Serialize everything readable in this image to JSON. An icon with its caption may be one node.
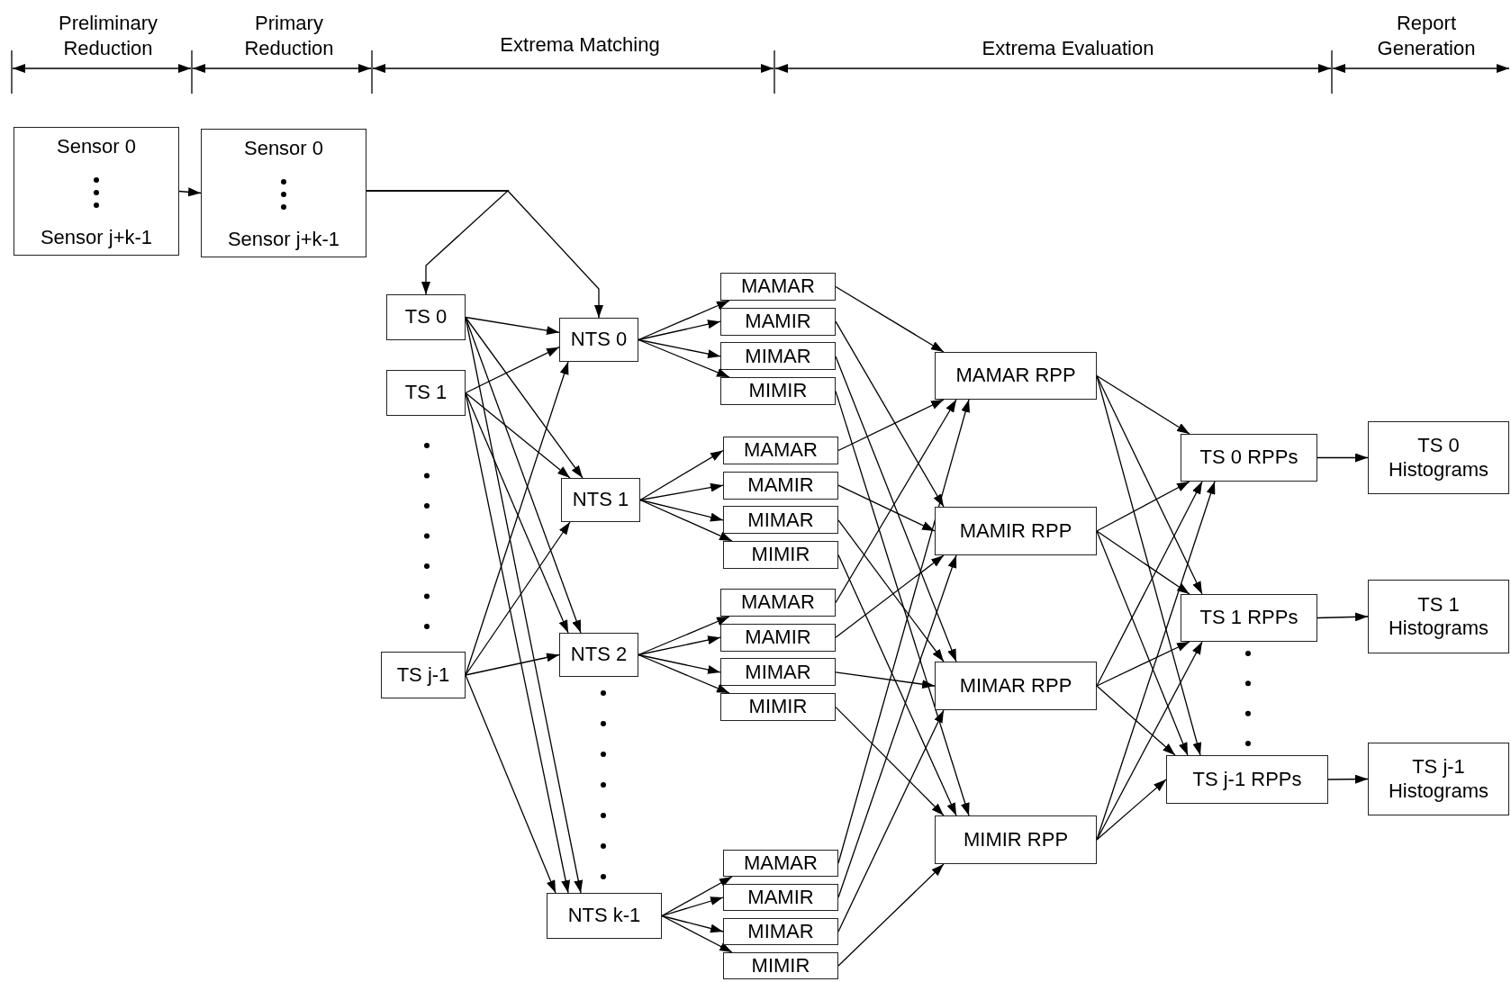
{
  "diagram": {
    "nodes": [
      {
        "text": [
          "Sensor 0",
          "Sensor j+k-1"
        ]
      },
      {
        "text": [
          "Sensor 0",
          "Sensor j+k-1"
        ]
      },
      {
        "text": [
          "TS 0"
        ]
      },
      {
        "text": [
          "TS 1"
        ]
      },
      {
        "text": [
          "TS j-1"
        ]
      },
      {
        "text": [
          "NTS 0"
        ]
      },
      {
        "text": [
          "NTS 1"
        ]
      },
      {
        "text": [
          "NTS 2"
        ]
      },
      {
        "text": [
          "NTS k-1"
        ]
      },
      {
        "text": [
          "MAMAR"
        ]
      },
      {
        "text": [
          "MAMIR"
        ]
      },
      {
        "text": [
          "MIMAR"
        ]
      },
      {
        "text": [
          "MIMIR"
        ]
      },
      {
        "text": [
          "MAMAR"
        ]
      },
      {
        "text": [
          "MAMIR"
        ]
      },
      {
        "text": [
          "MIMAR"
        ]
      },
      {
        "text": [
          "MIMIR"
        ]
      },
      {
        "text": [
          "MAMAR"
        ]
      },
      {
        "text": [
          "MAMIR"
        ]
      },
      {
        "text": [
          "MIMAR"
        ]
      },
      {
        "text": [
          "MIMIR"
        ]
      },
      {
        "text": [
          "MAMAR"
        ]
      },
      {
        "text": [
          "MAMIR"
        ]
      },
      {
        "text": [
          "MIMAR"
        ]
      },
      {
        "text": [
          "MIMIR"
        ]
      },
      {
        "text": [
          "MAMAR RPP"
        ]
      },
      {
        "text": [
          "MAMIR RPP"
        ]
      },
      {
        "text": [
          "MIMAR RPP"
        ]
      },
      {
        "text": [
          "MIMIR RPP"
        ]
      },
      {
        "text": [
          "TS 0 RPPs"
        ]
      },
      {
        "text": [
          "TS 1 RPPs"
        ]
      },
      {
        "text": [
          "TS j-1 RPPs"
        ]
      },
      {
        "text": [
          "TS 0 Histograms"
        ]
      },
      {
        "text": [
          "TS 1 Histograms"
        ]
      },
      {
        "text": [
          "TS j-1 Histograms"
        ]
      }
    ],
    "edges": [
      {
        "from": 0,
        "to": 1,
        "arrow": "to"
      },
      {
        "from": 1,
        "to": 2,
        "arrow": "to"
      },
      {
        "from": 1,
        "to": 5,
        "arrow": "to"
      },
      {
        "from": 2,
        "to": 5,
        "arrow": "to"
      },
      {
        "from": 2,
        "to": 6,
        "arrow": "to"
      },
      {
        "from": 2,
        "to": 7,
        "arrow": "to"
      },
      {
        "from": 2,
        "to": 8,
        "arrow": "to"
      },
      {
        "from": 3,
        "to": 5,
        "arrow": "to"
      },
      {
        "from": 3,
        "to": 6,
        "arrow": "to"
      },
      {
        "from": 3,
        "to": 7,
        "arrow": "to"
      },
      {
        "from": 3,
        "to": 8,
        "arrow": "to"
      },
      {
        "from": 4,
        "to": 5,
        "arrow": "to"
      },
      {
        "from": 4,
        "to": 6,
        "arrow": "to"
      },
      {
        "from": 4,
        "to": 7,
        "arrow": "to"
      },
      {
        "from": 4,
        "to": 8,
        "arrow": "to"
      },
      {
        "from": 5,
        "to": 9,
        "arrow": "to"
      },
      {
        "from": 5,
        "to": 10,
        "arrow": "to"
      },
      {
        "from": 5,
        "to": 11,
        "arrow": "to"
      },
      {
        "from": 5,
        "to": 12,
        "arrow": "to"
      },
      {
        "from": 6,
        "to": 13,
        "arrow": "to"
      },
      {
        "from": 6,
        "to": 14,
        "arrow": "to"
      },
      {
        "from": 6,
        "to": 15,
        "arrow": "to"
      },
      {
        "from": 6,
        "to": 16,
        "arrow": "to"
      },
      {
        "from": 7,
        "to": 17,
        "arrow": "to"
      },
      {
        "from": 7,
        "to": 18,
        "arrow": "to"
      },
      {
        "from": 7,
        "to": 19,
        "arrow": "to"
      },
      {
        "from": 7,
        "to": 20,
        "arrow": "to"
      },
      {
        "from": 8,
        "to": 21,
        "arrow": "to"
      },
      {
        "from": 8,
        "to": 22,
        "arrow": "to"
      },
      {
        "from": 8,
        "to": 23,
        "arrow": "to"
      },
      {
        "from": 8,
        "to": 24,
        "arrow": "to"
      },
      {
        "from": 9,
        "to": 25,
        "arrow": "to"
      },
      {
        "from": 10,
        "to": 26,
        "arrow": "to"
      },
      {
        "from": 11,
        "to": 27,
        "arrow": "to"
      },
      {
        "from": 12,
        "to": 28,
        "arrow": "to"
      },
      {
        "from": 13,
        "to": 25,
        "arrow": "to"
      },
      {
        "from": 14,
        "to": 26,
        "arrow": "to"
      },
      {
        "from": 15,
        "to": 27,
        "arrow": "to"
      },
      {
        "from": 16,
        "to": 28,
        "arrow": "to"
      },
      {
        "from": 17,
        "to": 25,
        "arrow": "to"
      },
      {
        "from": 18,
        "to": 26,
        "arrow": "to"
      },
      {
        "from": 19,
        "to": 27,
        "arrow": "to"
      },
      {
        "from": 20,
        "to": 28,
        "arrow": "to"
      },
      {
        "from": 21,
        "to": 25,
        "arrow": "to"
      },
      {
        "from": 22,
        "to": 26,
        "arrow": "to"
      },
      {
        "from": 23,
        "to": 27,
        "arrow": "to"
      },
      {
        "from": 24,
        "to": 28,
        "arrow": "to"
      },
      {
        "from": 25,
        "to": 29,
        "arrow": "to"
      },
      {
        "from": 25,
        "to": 30,
        "arrow": "to"
      },
      {
        "from": 25,
        "to": 31,
        "arrow": "to"
      },
      {
        "from": 26,
        "to": 29,
        "arrow": "to"
      },
      {
        "from": 26,
        "to": 30,
        "arrow": "to"
      },
      {
        "from": 26,
        "to": 31,
        "arrow": "to"
      },
      {
        "from": 27,
        "to": 29,
        "arrow": "to"
      },
      {
        "from": 27,
        "to": 30,
        "arrow": "to"
      },
      {
        "from": 27,
        "to": 31,
        "arrow": "to"
      },
      {
        "from": 28,
        "to": 29,
        "arrow": "to"
      },
      {
        "from": 28,
        "to": 30,
        "arrow": "to"
      },
      {
        "from": 28,
        "to": 31,
        "arrow": "to"
      },
      {
        "from": 29,
        "to": 32,
        "arrow": "to"
      },
      {
        "from": 30,
        "to": 33,
        "arrow": "to"
      },
      {
        "from": 31,
        "to": 34,
        "arrow": "to"
      }
    ],
    "labels": [
      "Preliminary Reduction",
      "Primary Reduction",
      "Extrema Matching",
      "Extrema Evaluation",
      "Report Generation"
    ]
  }
}
